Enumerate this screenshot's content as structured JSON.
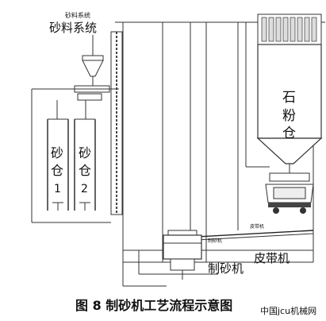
{
  "diagram": {
    "small_top_label": "砂料系统",
    "sand_system_label": "砂料系统",
    "silo1_label": [
      "砂",
      "仓",
      "1"
    ],
    "silo2_label": [
      "砂",
      "仓",
      "2"
    ],
    "stone_powder_silo_label": [
      "石",
      "粉",
      "仓"
    ],
    "sand_maker_small_label": "制砂机",
    "belt_small_label": "皮带机",
    "sand_maker_label": "制砂机",
    "belt_conveyor_label": "皮带机"
  },
  "caption": {
    "text": "图 8   制砂机工艺流程示意图"
  },
  "watermark": {
    "text": "中国jcu机械网"
  }
}
